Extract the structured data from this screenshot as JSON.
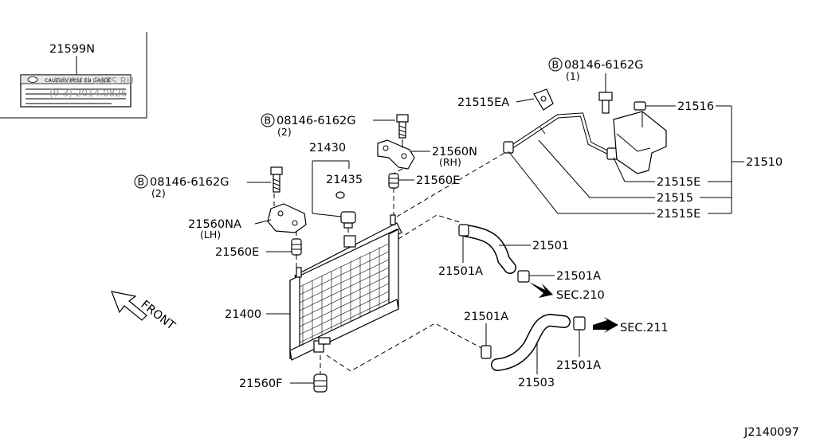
{
  "label_box": {
    "part_no": "21599N",
    "caution_text": "CAUTION   MISE EN GARDE"
  },
  "watermark": {
    "line1": "WWW.ILCATS.RU",
    "line2": "(9-3) 2014.0826"
  },
  "callouts": {
    "bolt_top_center": "08146-6162G",
    "bolt_top_center_qty": "(2)",
    "bolt_left": "08146-6162G",
    "bolt_left_qty": "(2)",
    "bolt_top_right": "08146-6162G",
    "bolt_top_right_qty": "(1)",
    "bracket_rh": "21560N",
    "bracket_rh_side": "(RH)",
    "bracket_lh": "21560NA",
    "bracket_lh_side": "(LH)",
    "mount_top_rh": "21560E",
    "mount_top_lh": "21560E",
    "mount_lower": "21560F",
    "cap_group": "21430",
    "cap": "21435",
    "radiator": "21400",
    "clip": "21515EA",
    "reservoir_cap": "21516",
    "reservoir": "21510",
    "hose_clamp_1": "21515E",
    "hose": "21515",
    "hose_clamp_2": "21515E",
    "upper_hose": "21501",
    "upper_clamp_left": "21501A",
    "upper_clamp_right": "21501A",
    "lower_clamp_top": "21501A",
    "lower_clamp_bottom": "21501A",
    "lower_hose": "21503",
    "sec_upper": "SEC.210",
    "sec_lower": "SEC.211",
    "bolt_symbol": "B"
  },
  "front_label": "FRONT",
  "diagram_code": "J2140097"
}
